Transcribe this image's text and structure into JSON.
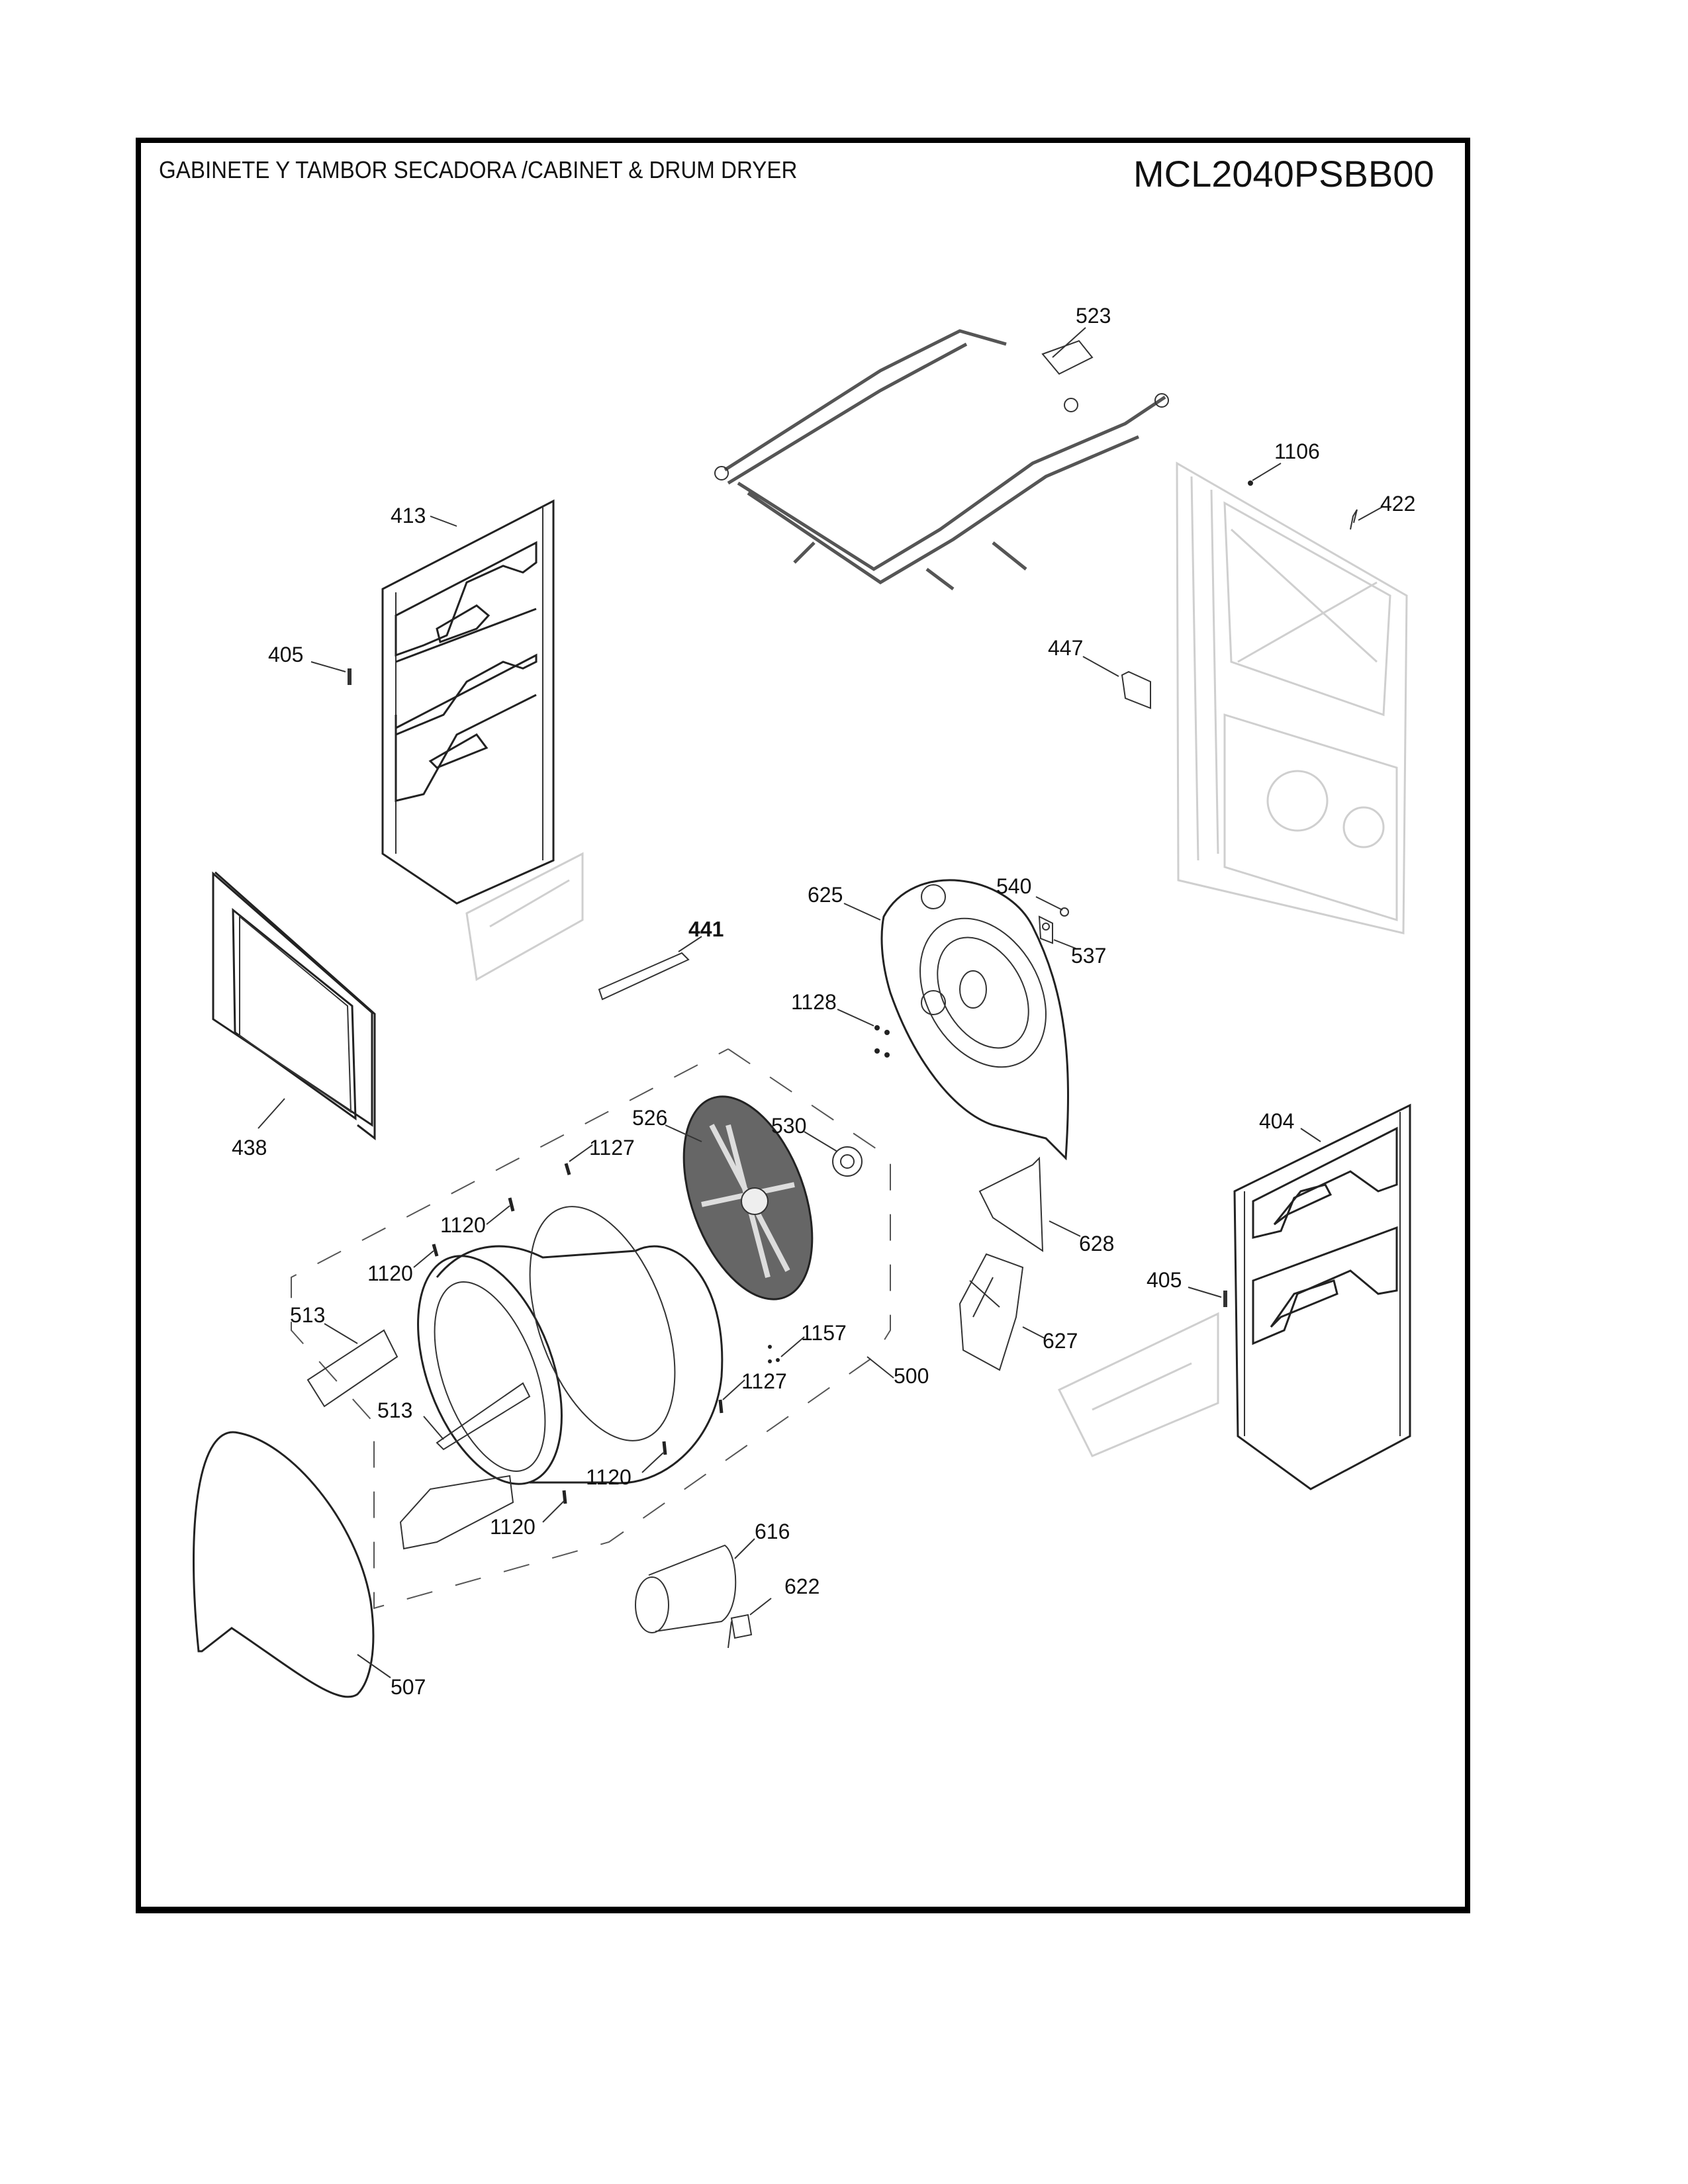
{
  "header": {
    "title": "GABINETE Y TAMBOR SECADORA /CABINET & DRUM  DRYER",
    "model": "MCL2040PSBB00"
  },
  "parts": {
    "p523": "523",
    "p1106": "1106",
    "p422": "422",
    "p413": "413",
    "p405a": "405",
    "p447": "447",
    "p625": "625",
    "p540": "540",
    "p537": "537",
    "p441": "441",
    "p1128": "1128",
    "p438": "438",
    "p526": "526",
    "p530": "530",
    "p1127a": "1127",
    "p404": "404",
    "p1120a": "1120",
    "p1120b": "1120",
    "p628": "628",
    "p405b": "405",
    "p513a": "513",
    "p1157": "1157",
    "p627": "627",
    "p1127b": "1127",
    "p500": "500",
    "p513b": "513",
    "p1120c": "1120",
    "p1120d": "1120",
    "p616": "616",
    "p622": "622",
    "p507": "507"
  }
}
